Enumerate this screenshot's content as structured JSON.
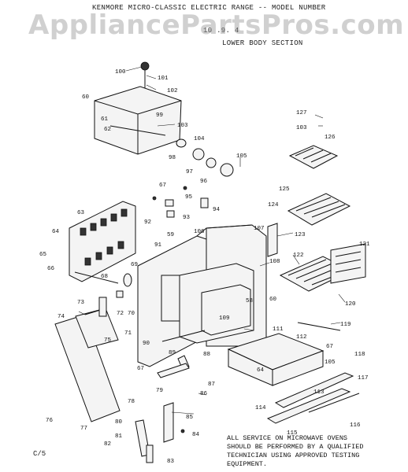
{
  "header": {
    "line1": "KENMORE MICRO-CLASSIC ELECTRIC RANGE -- MODEL NUMBER",
    "line2": "10 .9. 4",
    "line3": "LOWER BODY SECTION"
  },
  "watermark": "AppliancePartsPros.com",
  "note": {
    "line1": "ALL SERVICE ON MICROWAVE OVENS",
    "line2": "SHOULD BE PERFORMED BY A QUALIFIED",
    "line3": "TECHNICIAN USING APPROVED TESTING",
    "line4": "EQUIPMENT."
  },
  "corner_code": "C/5",
  "part_labels": [
    "100",
    "101",
    "102",
    "60",
    "61",
    "62",
    "99",
    "103",
    "104",
    "98",
    "97",
    "96",
    "105",
    "67",
    "95",
    "94",
    "93",
    "92",
    "63",
    "64",
    "65",
    "66",
    "59",
    "106",
    "107",
    "91",
    "69",
    "68",
    "70",
    "72",
    "73",
    "71",
    "74",
    "75",
    "90",
    "89",
    "108",
    "58",
    "60",
    "109",
    "127",
    "103",
    "126",
    "125",
    "124",
    "123",
    "122",
    "121",
    "120",
    "119",
    "111",
    "112",
    "67",
    "118",
    "105",
    "64",
    "113",
    "117",
    "114",
    "116",
    "115",
    "88",
    "87",
    "86",
    "79",
    "67",
    "85",
    "84",
    "83",
    "82",
    "81",
    "80",
    "76",
    "77",
    "78"
  ]
}
